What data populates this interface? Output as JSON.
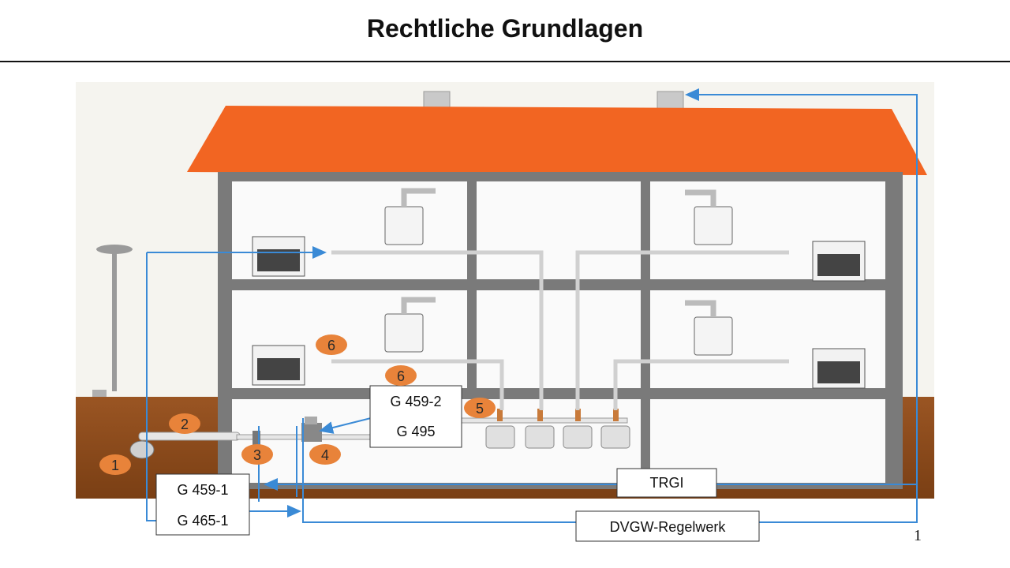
{
  "title": "Rechtliche Grundlagen",
  "page_number": "1",
  "labels": {
    "g459_2": "G 459-2",
    "g495": "G 495",
    "g459_1": "G 459-1",
    "g465_1": "G 465-1",
    "trgi": "TRGI",
    "dvgw": "DVGW-Regelwerk"
  },
  "markers": [
    "1",
    "2",
    "3",
    "4",
    "5",
    "6",
    "6"
  ],
  "colors": {
    "roof": "#f26522",
    "wall": "#6b6b6b",
    "soil": "#8b4a1c",
    "marker": "#e8833a",
    "arrow": "#3a8ad6",
    "pipe": "#d8d8d8"
  }
}
